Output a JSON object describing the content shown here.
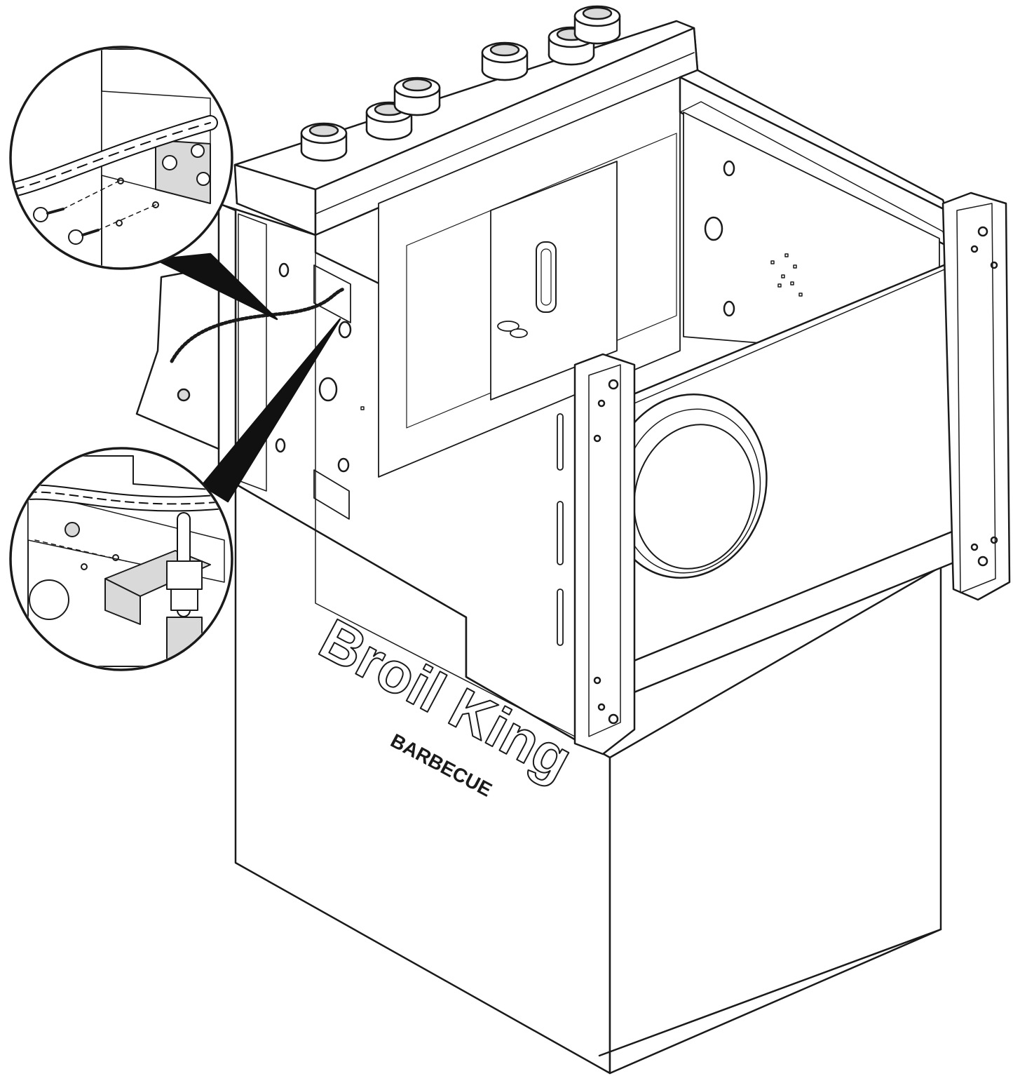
{
  "brand": {
    "logo_text": "Broil King",
    "subtitle": "BARBECUE"
  },
  "colors": {
    "line": "#1a1a1a",
    "fill_light": "#ffffff",
    "fill_shade": "#d9d9d9",
    "callout_fill": "#111111"
  },
  "callouts": [
    {
      "id": "upper",
      "icon": "magnifier-detail-upper"
    },
    {
      "id": "lower",
      "icon": "magnifier-detail-lower"
    }
  ]
}
